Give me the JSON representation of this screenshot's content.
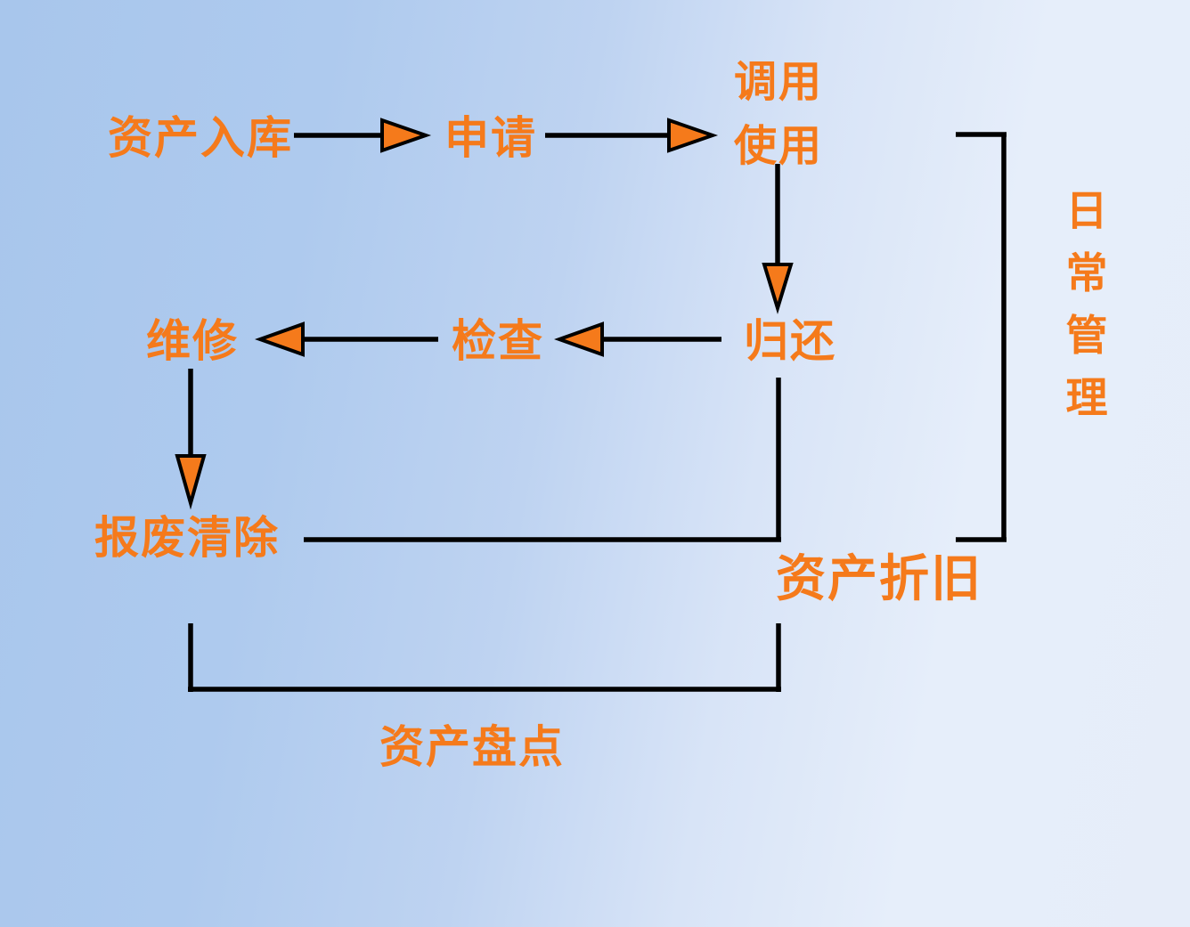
{
  "flowchart": {
    "nodes": {
      "asset_storage": {
        "label": "资产入库"
      },
      "application": {
        "label": "申请"
      },
      "use": {
        "label_line1": "调用",
        "label_line2": "使用"
      },
      "repair": {
        "label": "维修"
      },
      "inspection": {
        "label": "检查"
      },
      "return": {
        "label": "归还"
      },
      "scrap_removal": {
        "label": "报废清除"
      },
      "depreciation": {
        "label": "资产折旧"
      },
      "inventory": {
        "label": "资产盘点"
      },
      "daily_management": {
        "label": "日常管理"
      }
    },
    "edges": [
      {
        "from": "资产入库",
        "to": "申请",
        "type": "arrow-right"
      },
      {
        "from": "申请",
        "to": "调用使用",
        "type": "arrow-right"
      },
      {
        "from": "调用使用",
        "to": "归还",
        "type": "arrow-down"
      },
      {
        "from": "归还",
        "to": "检查",
        "type": "arrow-left"
      },
      {
        "from": "检查",
        "to": "维修",
        "type": "arrow-left"
      },
      {
        "from": "维修",
        "to": "报废清除",
        "type": "arrow-down"
      },
      {
        "from": "归还",
        "to": "报废清除",
        "type": "plain-line",
        "label": "资产折旧"
      },
      {
        "from": "报废清除",
        "to": "资产折旧",
        "type": "plain-line-u",
        "label": "资产盘点"
      },
      {
        "bracket_around": [
          "调用使用",
          "归还",
          "资产折旧"
        ],
        "label": "日常管理",
        "type": "right-bracket"
      }
    ],
    "colors": {
      "accent_orange": "#F57A1B",
      "line_black": "#000000",
      "background_left": "#A8C6EC",
      "background_right": "#E6EDF9"
    }
  }
}
